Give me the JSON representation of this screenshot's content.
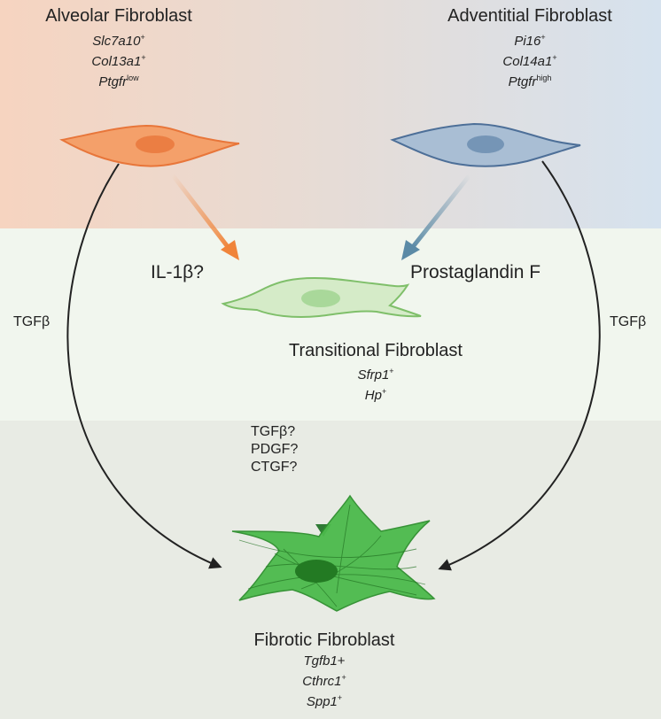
{
  "alveolar": {
    "title": "Alveolar Fibroblast",
    "genes": [
      {
        "name": "Slc7a10",
        "sup": "+"
      },
      {
        "name": "Col13a1",
        "sup": "+"
      },
      {
        "name": "Ptgfr",
        "sup": "low"
      }
    ]
  },
  "adventitial": {
    "title": "Adventitial Fibroblast",
    "genes": [
      {
        "name": "Pi16",
        "sup": "+"
      },
      {
        "name": "Col14a1",
        "sup": "+"
      },
      {
        "name": "Ptgfr",
        "sup": "high"
      }
    ]
  },
  "transitional": {
    "title": "Transitional Fibroblast",
    "genes": [
      {
        "name": "Sfrp1",
        "sup": "+"
      },
      {
        "name": "Hp",
        "sup": "+"
      }
    ]
  },
  "fibrotic": {
    "title": "Fibrotic Fibroblast",
    "genes": [
      {
        "name": "Tgfb1",
        "sup": "+",
        "inline": true
      },
      {
        "name": "Cthrc1",
        "sup": "+"
      },
      {
        "name": "Spp1",
        "sup": "+"
      }
    ]
  },
  "signals": {
    "il1b": "IL-1β?",
    "prostaglandin": "Prostaglandin F",
    "tgfb_left": "TGFβ",
    "tgfb_right": "TGFβ",
    "factors": [
      "TGFβ?",
      "PDGF?",
      "CTGF?"
    ]
  },
  "colors": {
    "alveolar": "#f0843a",
    "adventitial": "#5b7fa8",
    "transitional": "#7fbf6a",
    "fibrotic": "#3aa63a",
    "dotted_arrow": "#2f7a35"
  }
}
